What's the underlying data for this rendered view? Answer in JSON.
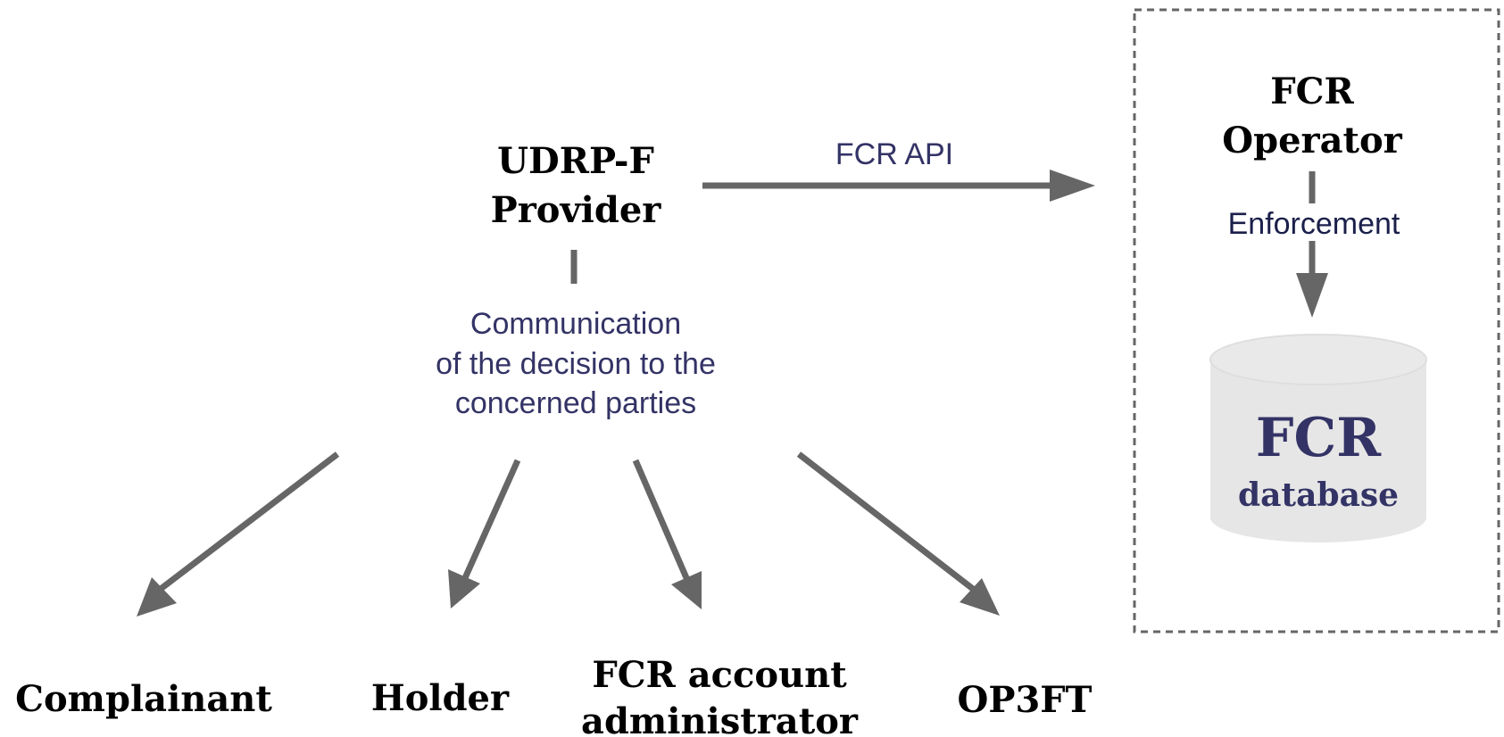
{
  "nodes": {
    "udrp_provider": {
      "lines": [
        "UDRP-F",
        "Provider"
      ]
    },
    "fcr_operator": {
      "lines": [
        "FCR",
        "Operator"
      ]
    },
    "complainant": {
      "lines": [
        "Complainant"
      ]
    },
    "holder": {
      "lines": [
        "Holder"
      ]
    },
    "fcr_account_admin": {
      "lines": [
        "FCR account",
        "administrator"
      ]
    },
    "op3ft": {
      "lines": [
        "OP3FT"
      ]
    }
  },
  "edges": {
    "fcr_api": {
      "label": "FCR API"
    },
    "enforcement": {
      "label": "Enforcement"
    },
    "communication": {
      "lines": [
        "Communication",
        "of the decision to the",
        "concerned parties"
      ]
    }
  },
  "database": {
    "title": "FCR",
    "subtitle": "database"
  },
  "colors": {
    "arrow": "#666666",
    "edge_label": "#333366",
    "db_fill": "#e6e6e6",
    "db_text": "#333366",
    "boundary": "#666666"
  }
}
